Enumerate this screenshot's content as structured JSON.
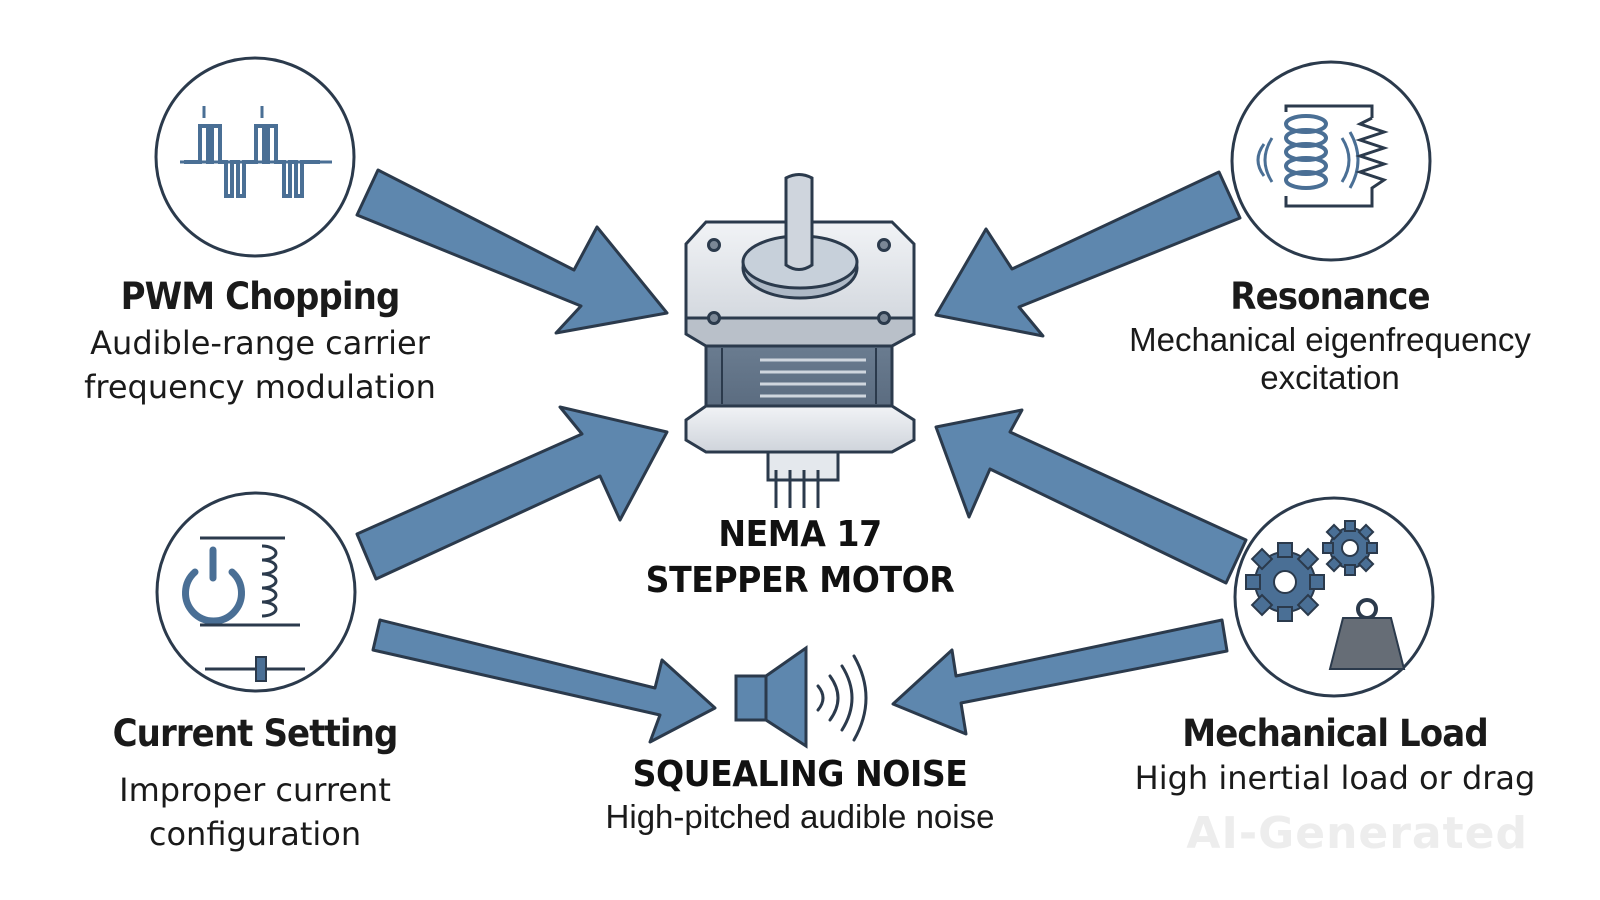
{
  "center": {
    "title_line1": "NEMA 17",
    "title_line2": "STEPPER MOTOR"
  },
  "output": {
    "title": "SQUEALING NOISE",
    "description": "High-pitched audible noise",
    "icon": "speaker-icon"
  },
  "causes": [
    {
      "id": "pwm",
      "title": "PWM Chopping",
      "line1": "Audible-range carrier",
      "line2": "frequency modulation",
      "icon": "pwm-waveform-icon"
    },
    {
      "id": "resonance",
      "title": "Resonance",
      "line1": "Mechanical eigenfrequency",
      "line2": "excitation",
      "icon": "spring-coil-icon"
    },
    {
      "id": "current",
      "title": "Current Setting",
      "line1": "Improper current",
      "line2": "configuration",
      "icon": "power-coil-slider-icon"
    },
    {
      "id": "load",
      "title": "Mechanical Load",
      "line1": "High inertial load or drag",
      "line2": "",
      "icon": "gears-weight-icon"
    }
  ],
  "watermark": "AI-Generated",
  "colors": {
    "arrow": "#5e87ae",
    "arrow_stroke": "#2b3a4c",
    "icon": "#4a6f95",
    "outline": "#2b3a4c"
  }
}
